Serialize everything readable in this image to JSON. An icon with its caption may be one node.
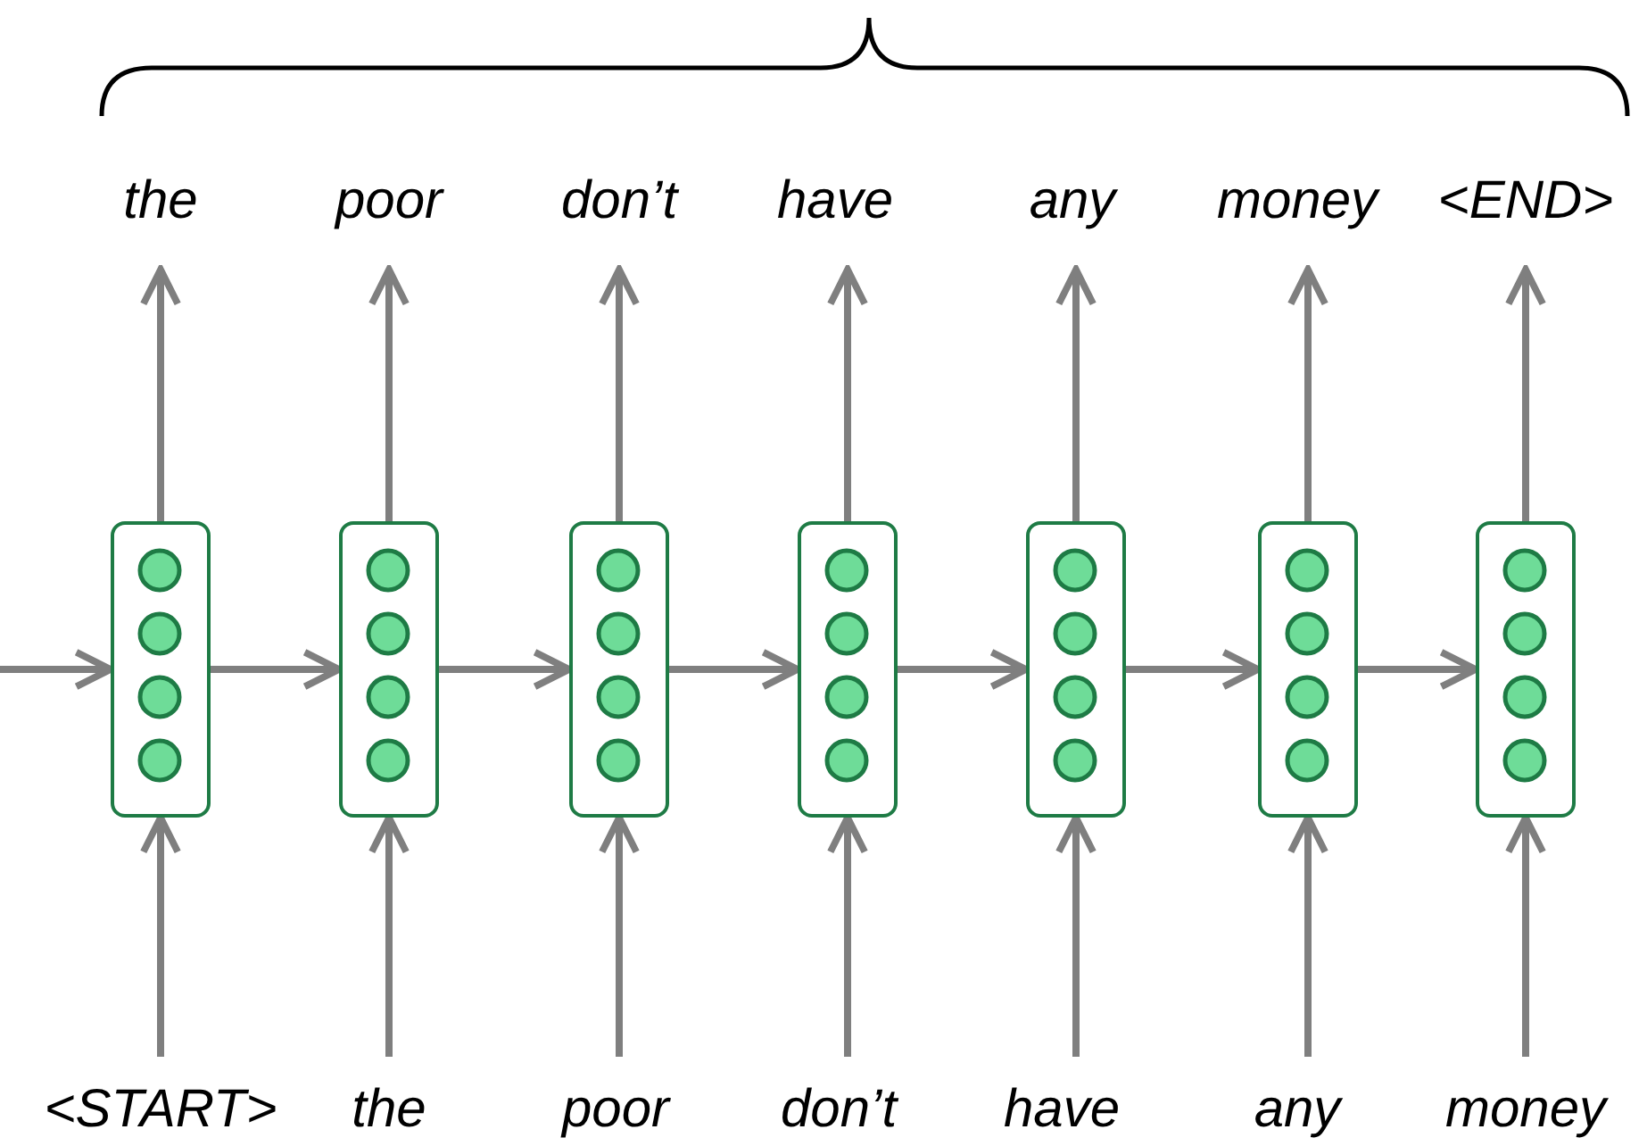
{
  "diagram": {
    "nodes": [
      {
        "text": [
          "the"
        ]
      },
      {
        "text": [
          "poor"
        ]
      },
      {
        "text": [
          "don’t"
        ]
      },
      {
        "text": [
          "have"
        ]
      },
      {
        "text": [
          "any"
        ]
      },
      {
        "text": [
          "money"
        ]
      },
      {
        "text": [
          "<END>"
        ]
      },
      {
        "text": [],
        "shape": "box"
      },
      {
        "text": [],
        "shape": "box"
      },
      {
        "text": [],
        "shape": "box"
      },
      {
        "text": [],
        "shape": "box"
      },
      {
        "text": [],
        "shape": "box"
      },
      {
        "text": [],
        "shape": "box"
      },
      {
        "text": [],
        "shape": "box"
      },
      {
        "text": [
          "<START>"
        ]
      },
      {
        "text": [
          "the"
        ]
      },
      {
        "text": [
          "poor"
        ]
      },
      {
        "text": [
          "don’t"
        ]
      },
      {
        "text": [
          "have"
        ]
      },
      {
        "text": [
          "any"
        ]
      },
      {
        "text": [
          "money"
        ]
      }
    ],
    "edges": [
      {
        "from": null,
        "to": 7,
        "arrow": "to"
      },
      {
        "from": 7,
        "to": 8,
        "arrow": "to"
      },
      {
        "from": 8,
        "to": 9,
        "arrow": "to"
      },
      {
        "from": 9,
        "to": 10,
        "arrow": "to"
      },
      {
        "from": 10,
        "to": 11,
        "arrow": "to"
      },
      {
        "from": 11,
        "to": 12,
        "arrow": "to"
      },
      {
        "from": 12,
        "to": 13,
        "arrow": "to"
      },
      {
        "from": 14,
        "to": 7,
        "arrow": "to"
      },
      {
        "from": 15,
        "to": 8,
        "arrow": "to"
      },
      {
        "from": 16,
        "to": 9,
        "arrow": "to"
      },
      {
        "from": 17,
        "to": 10,
        "arrow": "to"
      },
      {
        "from": 18,
        "to": 11,
        "arrow": "to"
      },
      {
        "from": 19,
        "to": 12,
        "arrow": "to"
      },
      {
        "from": 20,
        "to": 13,
        "arrow": "to"
      },
      {
        "from": 7,
        "to": 0,
        "arrow": "to"
      },
      {
        "from": 8,
        "to": 1,
        "arrow": "to"
      },
      {
        "from": 9,
        "to": 2,
        "arrow": "to"
      },
      {
        "from": 10,
        "to": 3,
        "arrow": "to"
      },
      {
        "from": 11,
        "to": 4,
        "arrow": "to"
      },
      {
        "from": 12,
        "to": 5,
        "arrow": "to"
      },
      {
        "from": 13,
        "to": 6,
        "arrow": "to"
      }
    ]
  }
}
